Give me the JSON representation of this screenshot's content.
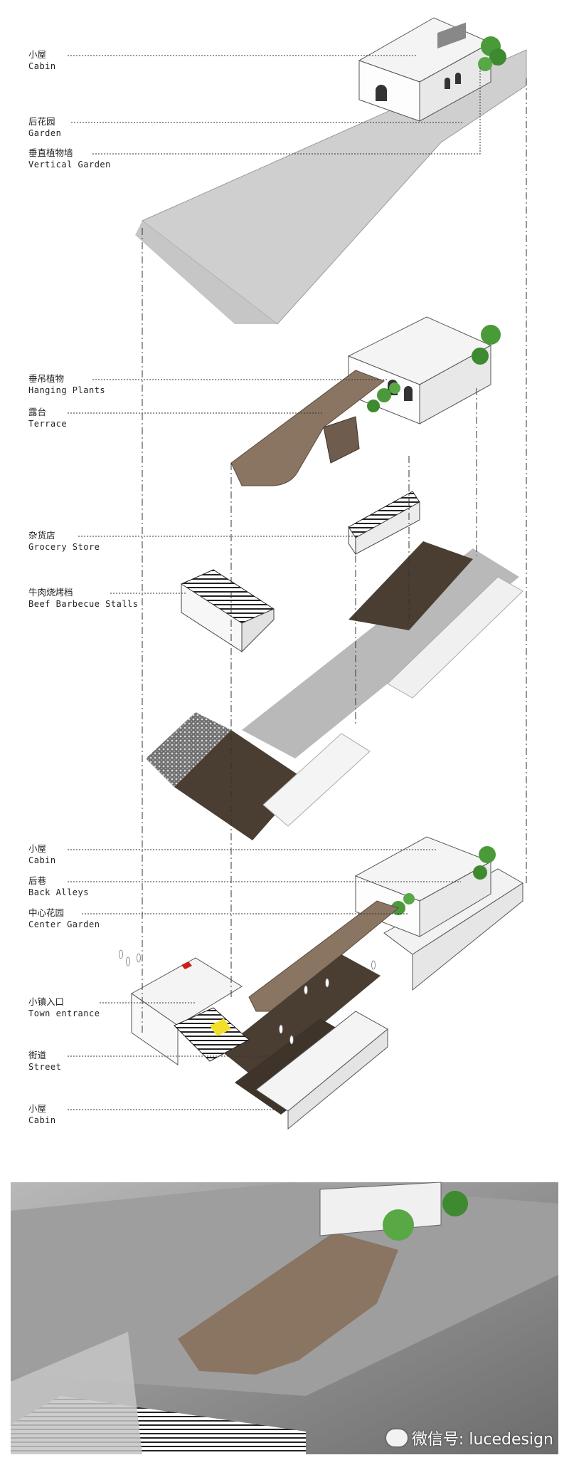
{
  "labels": {
    "cabin_top": {
      "zh": "小屋",
      "en": "Cabin"
    },
    "garden": {
      "zh": "后花园",
      "en": "Garden"
    },
    "vertical_garden": {
      "zh": "垂直植物墙",
      "en": "Vertical Garden"
    },
    "hanging_plants": {
      "zh": "垂吊植物",
      "en": "Hanging Plants"
    },
    "terrace": {
      "zh": "露台",
      "en": "Terrace"
    },
    "grocery_store": {
      "zh": "杂货店",
      "en": "Grocery Store"
    },
    "beef_bbq": {
      "zh": "牛肉烧烤档",
      "en": "Beef Barbecue Stalls"
    },
    "cabin_mid": {
      "zh": "小屋",
      "en": "Cabin"
    },
    "back_alleys": {
      "zh": "后巷",
      "en": "Back Alleys"
    },
    "center_garden": {
      "zh": "中心花园",
      "en": "Center Garden"
    },
    "town_entrance": {
      "zh": "小镇入口",
      "en": "Town entrance"
    },
    "street": {
      "zh": "街道",
      "en": "Street"
    },
    "cabin_bottom": {
      "zh": "小屋",
      "en": "Cabin"
    }
  },
  "watermark": "微信号: lucedesign",
  "colors": {
    "deck": "#8a7462",
    "dark_ground": "#4a3e32",
    "gray_slab": "#cfcfcf",
    "concrete": "#b9b9b9",
    "plant": "#4a9a3a",
    "photo_bg": "#8e8e8e"
  }
}
